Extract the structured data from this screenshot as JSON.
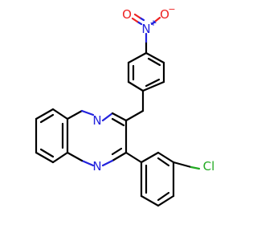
{
  "molecule": {
    "atoms": {
      "nitro_n": {
        "label": "N",
        "charge": "+"
      },
      "nitro_o_left": {
        "label": "O"
      },
      "nitro_o_right": {
        "label": "O",
        "charge": "−"
      },
      "ring_n_top": {
        "label": "N"
      },
      "ring_n_bottom": {
        "label": "N"
      },
      "chlorine": {
        "label": "Cl"
      }
    }
  },
  "colors": {
    "carbon_bond": "#000000",
    "nitrogen": "#2222dd",
    "oxygen": "#ee2222",
    "chlorine": "#22aa22",
    "background": "#ffffff"
  }
}
